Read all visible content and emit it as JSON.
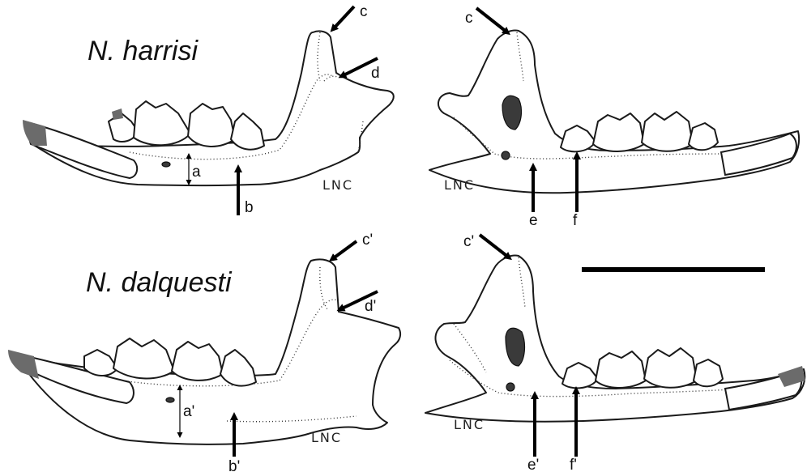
{
  "species": [
    {
      "name": "N. harrisi"
    },
    {
      "name": "N. dalquesti"
    }
  ],
  "labels": {
    "a": "a",
    "b": "b",
    "c_left": "c",
    "c_right": "c",
    "d": "d",
    "e": "e",
    "f": "f",
    "a_prime": "a'",
    "b_prime": "b'",
    "c_prime_left": "c'",
    "c_prime_right": "c'",
    "d_prime": "d'",
    "e_prime": "e'",
    "f_prime": "f'"
  },
  "signatures": [
    "LNC",
    "LNC",
    "LNC",
    "LNC"
  ],
  "colors": {
    "ink": "#000000",
    "incisor_tip": "#6b6b6b",
    "background": "#ffffff"
  }
}
